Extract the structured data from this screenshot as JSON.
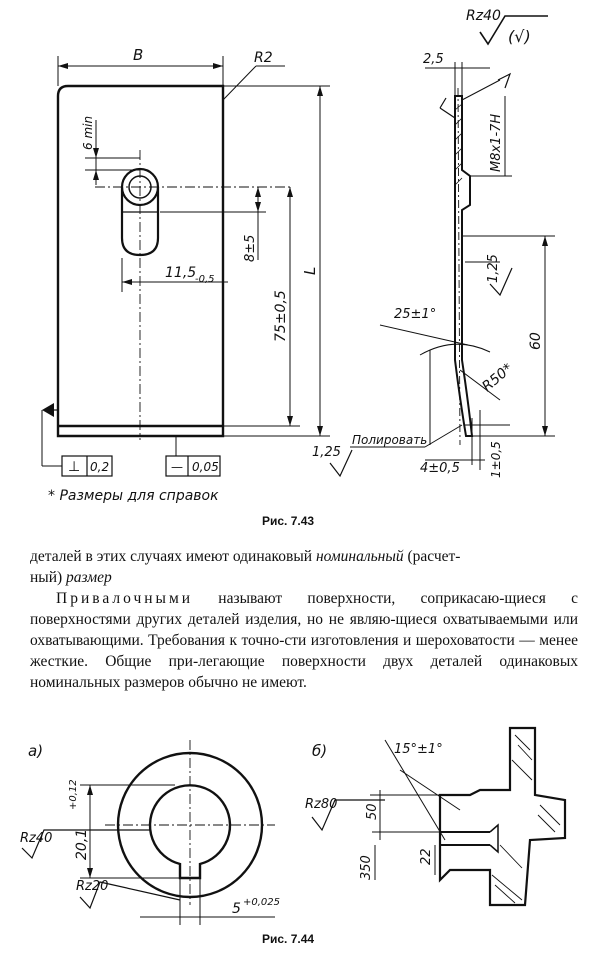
{
  "figure_743": {
    "caption": "Рис. 7.43",
    "labels": {
      "B": "B",
      "R2": "R2",
      "six_min": "6 min",
      "eight_pm5": "8±5",
      "eleven5": "11,5",
      "eleven5_tol": "-0,5",
      "seventy_five": "75±0,5",
      "L": "L",
      "rz40": "Rz40",
      "rz40_paren": "(√)",
      "two_five": "2,5",
      "m8": "M8x1-7H",
      "one_25_right": "1,25",
      "twentyfive_deg": "25±1°",
      "r50": "R50*",
      "sixty": "60",
      "polirovat": "Полировать",
      "one_25_left": "1,25",
      "four_pm05": "4±0,5",
      "one_pm05": "1±0,5",
      "perp_symbol": "⊥",
      "perp_val": "0,2",
      "flat_symbol": "—",
      "flat_val": "0,05",
      "note": "* Размеры для справок"
    }
  },
  "body_text": {
    "line1_a": "деталей в этих случаях имеют одинаковый ",
    "line1_b": "номинальный",
    "line1_c": " (расчет-",
    "line2_a": "ный) ",
    "line2_b": "размер",
    "p2_spaced": "Привалочными",
    "p2_rest": " называют поверхности, соприкасаю-щиеся с поверхностями других деталей изделия, но не являю-щиеся охватываемыми или охватывающими. Требования к точно-сти изготовления и шероховатости — менее жесткие. Общие при-легающие поверхности двух деталей одинаковых номинальных размеров обычно не имеют."
  },
  "figure_744": {
    "caption": "Рис. 7.44",
    "a_label": "а)",
    "b_label": "б)",
    "dim_201": "20,1",
    "dim_201_tol": "+0,12",
    "rz40": "Rz40",
    "rz20": "Rz20",
    "dim_5": "5",
    "dim_5_tol": "+0,025",
    "angle": "15°±1°",
    "rz80": "Rz80",
    "d50": "50",
    "d22": "22",
    "d350": "350"
  }
}
